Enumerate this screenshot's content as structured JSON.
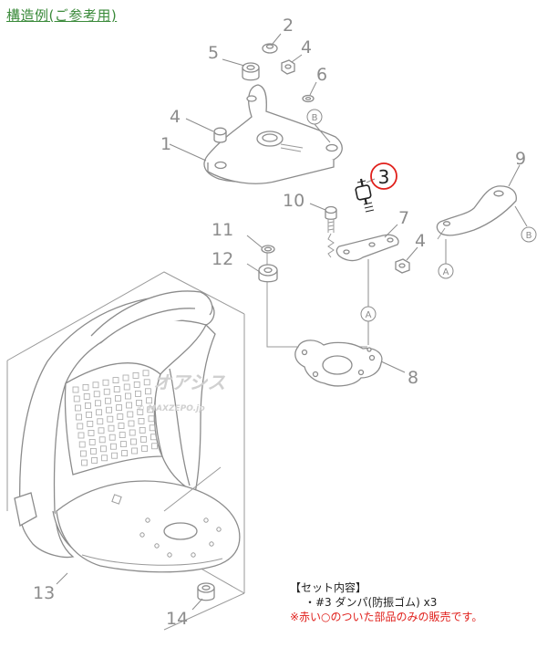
{
  "title": "構造例(ご参考用)",
  "part_numbers": [
    "1",
    "2",
    "3",
    "4",
    "4",
    "4",
    "5",
    "6",
    "7",
    "8",
    "9",
    "10",
    "11",
    "12",
    "13",
    "14"
  ],
  "reference_marks": [
    "B",
    "B",
    "A",
    "A"
  ],
  "watermark": {
    "brand": "オアシス",
    "site": "© MAXZEPO.jp"
  },
  "set_info": {
    "heading": "【セット内容】",
    "item": "・#3 ダンパ(防振ゴム) x3",
    "note": "※赤い○のついた部品のみの販売です。"
  },
  "colors": {
    "highlight": "#e0201c",
    "title": "#3a8a3a",
    "line": "#8c8c8c"
  }
}
